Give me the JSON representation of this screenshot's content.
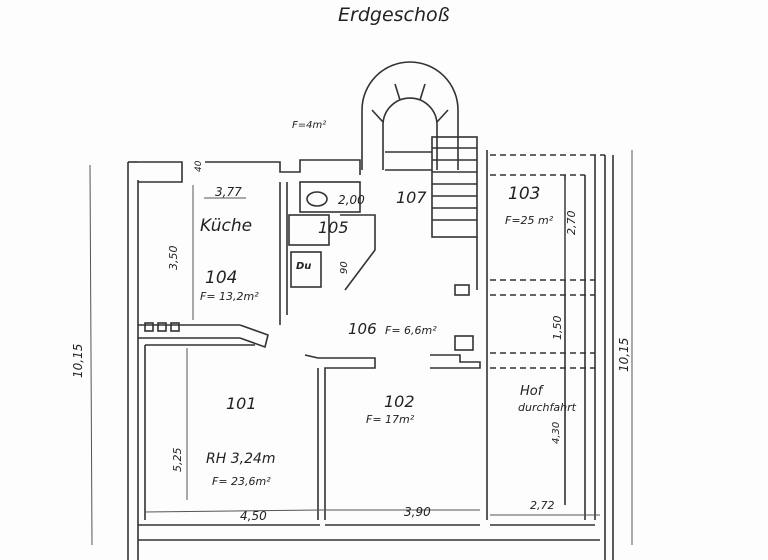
{
  "title": "Erdgeschoß",
  "rooms": [
    {
      "id": "101",
      "number": "101",
      "height_note": "RH 3,24m",
      "area": "F= 23,6m²"
    },
    {
      "id": "102",
      "number": "102",
      "area": "F= 17m²"
    },
    {
      "id": "103",
      "number": "103",
      "area": "F=25 m²"
    },
    {
      "id": "104",
      "number": "104",
      "name": "Küche",
      "area": "F= 13,2m²"
    },
    {
      "id": "105",
      "number": "105"
    },
    {
      "id": "106",
      "number": "106",
      "area": "F= 6,6m²"
    },
    {
      "id": "107",
      "number": "107"
    },
    {
      "id": "hof",
      "name_line1": "Hof",
      "name_line2": "durchfahrt"
    }
  ],
  "annotations": {
    "small_area": "F=4m²",
    "dusche": "Du",
    "kitchen_width": "3,77",
    "wall_offset": "40",
    "bath_dim": "2,00",
    "stair_dim": "90"
  },
  "dimensions": {
    "left_total": "10,15",
    "right_total": "10,15",
    "kitchen_height": "3,50",
    "room101_height": "5,25",
    "room101_width": "4,50",
    "room102_width": "3,90",
    "hof_width": "2,72",
    "room103_height": "2,70",
    "passage_height": "1,50",
    "hof_height": "4,30"
  }
}
